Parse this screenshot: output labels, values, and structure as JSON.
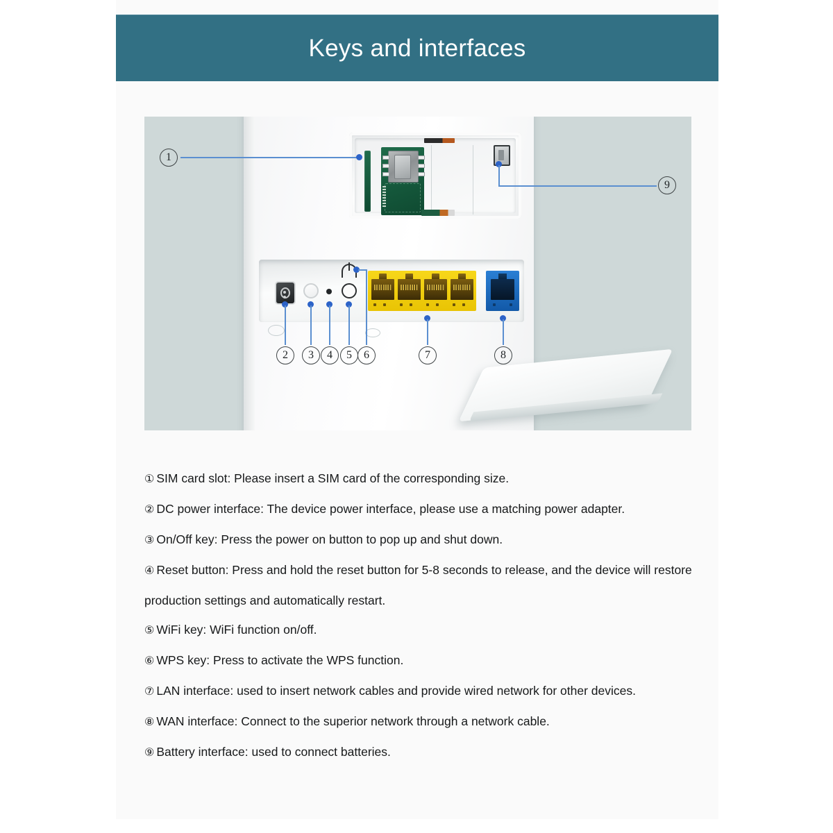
{
  "header": {
    "title": "Keys and interfaces",
    "background_color": "#327084",
    "text_color": "#ffffff"
  },
  "diagram": {
    "background_color": "#ced8d8",
    "leader_color": "#5b8fd0",
    "leader_dot_color": "#2d63c8",
    "device": "4G LTE CPE WiFi router rear panel",
    "callouts": [
      {
        "number": "1",
        "target": "sim-card-slot"
      },
      {
        "number": "2",
        "target": "dc-power-interface"
      },
      {
        "number": "3",
        "target": "on-off-key"
      },
      {
        "number": "4",
        "target": "reset-button"
      },
      {
        "number": "5",
        "target": "wifi-key"
      },
      {
        "number": "6",
        "target": "wps-key"
      },
      {
        "number": "7",
        "target": "lan-interface"
      },
      {
        "number": "8",
        "target": "wan-interface"
      },
      {
        "number": "9",
        "target": "battery-interface"
      }
    ],
    "ports": {
      "lan_count": 4,
      "lan_color": "#f5d211",
      "wan_count": 1,
      "wan_color": "#1a6fc4"
    },
    "accessory": "battery back cover"
  },
  "captions": [
    {
      "mark": "①",
      "text": "SIM card slot: Please insert a SIM card of the corresponding size."
    },
    {
      "mark": "②",
      "text": "DC power interface: The device power interface, please use a matching power adapter."
    },
    {
      "mark": "③",
      "text": "On/Off key: Press the power on button to pop up and shut down."
    },
    {
      "mark": "④",
      "text": "Reset button: Press and hold the reset button for 5-8 seconds to release, and the device will restore production settings and automatically restart."
    },
    {
      "mark": "⑤",
      "text": "WiFi key: WiFi function on/off."
    },
    {
      "mark": "⑥",
      "text": "WPS key: Press to activate the WPS function."
    },
    {
      "mark": "⑦",
      "text": "LAN interface: used to insert network cables and provide wired network for other devices."
    },
    {
      "mark": "⑧",
      "text": "WAN interface: Connect to the superior network through a network cable."
    },
    {
      "mark": "⑨",
      "text": "Battery interface: used to connect batteries."
    }
  ]
}
